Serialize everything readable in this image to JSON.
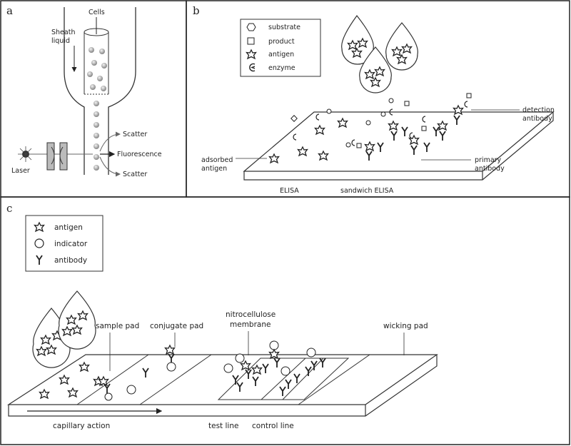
{
  "panels": {
    "a": {
      "letter": "a",
      "labels": {
        "sheath": "Sheath",
        "liquid": "liquid",
        "cells": "Cells",
        "scatter_top": "Scatter",
        "fluorescence": "Fluorescence",
        "scatter_bottom": "Scatter",
        "laser": "Laser"
      }
    },
    "b": {
      "letter": "b",
      "legend": [
        {
          "icon": "hexagon-icon",
          "label": "substrate"
        },
        {
          "icon": "square-icon",
          "label": "product"
        },
        {
          "icon": "star-icon",
          "label": "antigen"
        },
        {
          "icon": "crescent-icon",
          "label": "enzyme"
        }
      ],
      "labels": {
        "detection_1": "detection",
        "detection_2": "antibody",
        "adsorbed_1": "adsorbed",
        "adsorbed_2": "antigen",
        "primary_1": "primary",
        "primary_2": "antibody",
        "elisa": "ELISA",
        "sandwich": "sandwich ELISA"
      }
    },
    "c": {
      "letter": "c",
      "legend": [
        {
          "icon": "star-icon",
          "label": "antigen"
        },
        {
          "icon": "circle-icon",
          "label": "indicator"
        },
        {
          "icon": "antibody-icon",
          "label": "antibody"
        }
      ],
      "labels": {
        "sample_pad": "sample pad",
        "conjugate_pad": "conjugate pad",
        "nitro_1": "nitrocellulose",
        "nitro_2": "membrane",
        "wicking_pad": "wicking pad",
        "capillary": "capillary action",
        "test_line": "test line",
        "control_line": "control line"
      }
    }
  }
}
